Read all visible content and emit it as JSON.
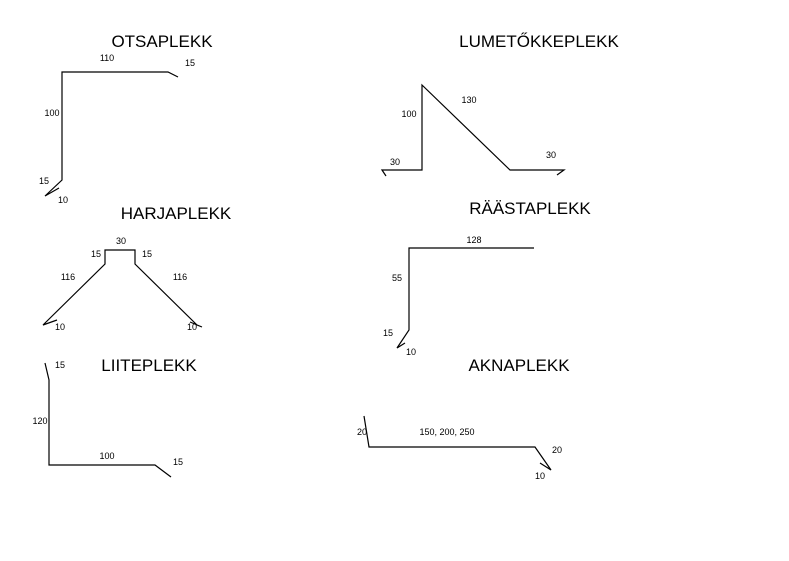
{
  "profiles": {
    "otsaplekk": {
      "title": "OTSAPLEKK",
      "dims": {
        "top": "110",
        "top_fold": "15",
        "side": "100",
        "bottom_fold": "15",
        "hem": "10"
      }
    },
    "lumetokkeplekk": {
      "title": "LUMETŐKKEPLEKK",
      "dims": {
        "height": "100",
        "slope": "130",
        "left_fold": "30",
        "right_fold": "30"
      }
    },
    "harjaplekk": {
      "title": "HARJAPLEKK",
      "dims": {
        "top": "30",
        "left_riser": "15",
        "right_riser": "15",
        "left_slope": "116",
        "right_slope": "116",
        "left_hem": "10",
        "right_hem": "10"
      }
    },
    "raastaplekk": {
      "title": "RÄÄSTAPLEKK",
      "dims": {
        "top": "128",
        "side": "55",
        "bottom_fold": "15",
        "hem": "10"
      }
    },
    "liiteplekk": {
      "title": "LIITEPLEKK",
      "dims": {
        "top_fold": "15",
        "side": "120",
        "bottom": "100",
        "end_fold": "15"
      }
    },
    "aknaplekk": {
      "title": "AKNAPLEKK",
      "dims": {
        "left_fold": "20",
        "width": "150, 200, 250",
        "right_fold": "20",
        "hem": "10"
      }
    }
  }
}
